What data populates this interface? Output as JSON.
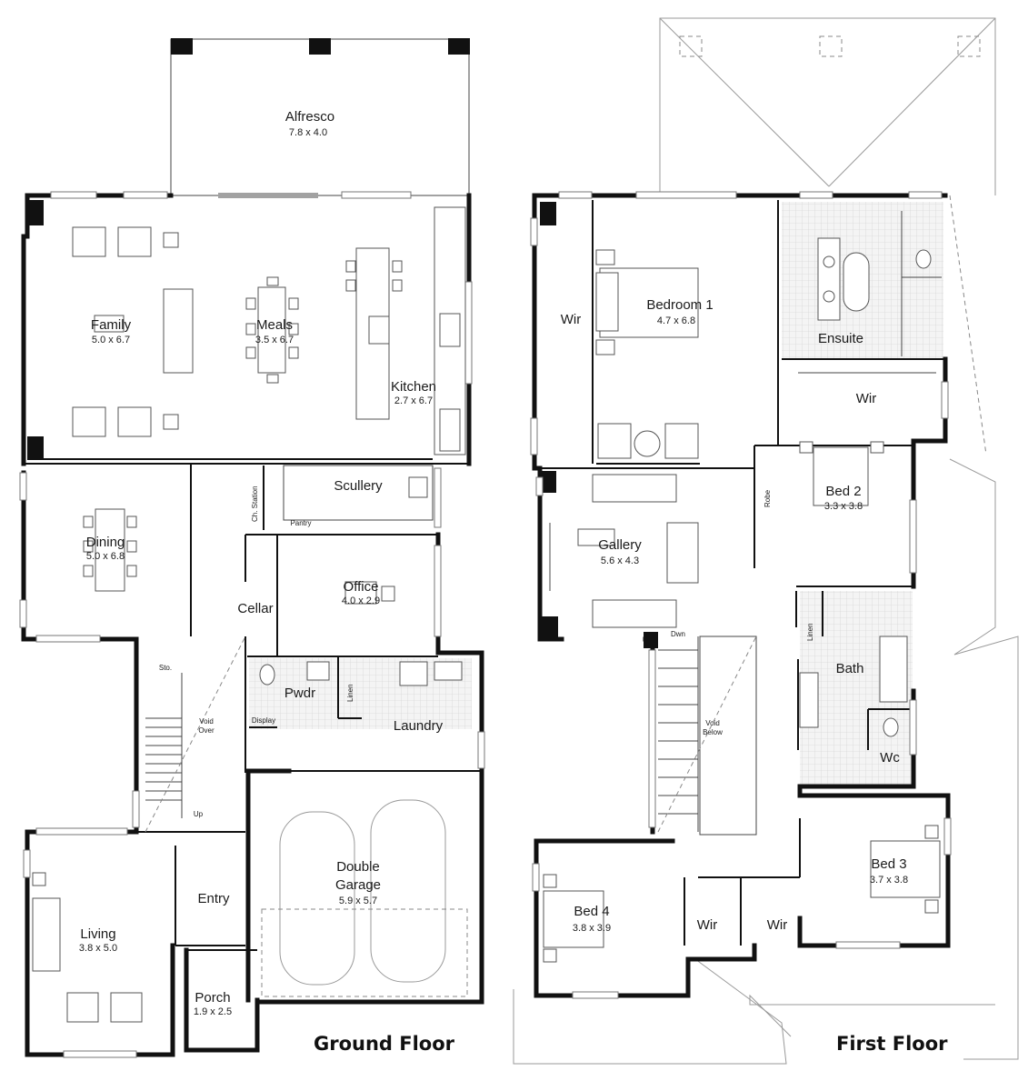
{
  "ground_floor": {
    "title": "Ground Floor",
    "rooms": {
      "alfresco": {
        "name": "Alfresco",
        "dims": "7.8 x 4.0"
      },
      "family": {
        "name": "Family",
        "dims": "5.0 x 6.7"
      },
      "meals": {
        "name": "Meals",
        "dims": "3.5 x 6.7"
      },
      "kitchen": {
        "name": "Kitchen",
        "dims": "2.7 x 6.7"
      },
      "scullery": {
        "name": "Scullery"
      },
      "pantry": {
        "name": "Pantry"
      },
      "ch_station": {
        "name": "Ch. Station"
      },
      "dining": {
        "name": "Dining",
        "dims": "5.0 x 6.8"
      },
      "office": {
        "name": "Office",
        "dims": "4.0 x 2.9"
      },
      "cellar": {
        "name": "Cellar"
      },
      "sto": {
        "name": "Sto."
      },
      "void_over": {
        "line1": "Void",
        "line2": "Over"
      },
      "up": {
        "name": "Up"
      },
      "pwdr": {
        "name": "Pwdr"
      },
      "linen": {
        "name": "Linen"
      },
      "display": {
        "name": "Display"
      },
      "laundry": {
        "name": "Laundry"
      },
      "double_garage": {
        "line1": "Double",
        "line2": "Garage",
        "dims": "5.9 x 5.7"
      },
      "entry": {
        "name": "Entry"
      },
      "living": {
        "name": "Living",
        "dims": "3.8 x 5.0"
      },
      "porch": {
        "name": "Porch",
        "dims": "1.9 x 2.5"
      }
    }
  },
  "first_floor": {
    "title": "First Floor",
    "rooms": {
      "wir_main": {
        "name": "Wir"
      },
      "bedroom1": {
        "name": "Bedroom 1",
        "dims": "4.7 x 6.8"
      },
      "ensuite": {
        "name": "Ensuite"
      },
      "wir_ensuite": {
        "name": "Wir"
      },
      "robe": {
        "name": "Robe"
      },
      "bed2": {
        "name": "Bed 2",
        "dims": "3.3 x 3.8"
      },
      "gallery": {
        "name": "Gallery",
        "dims": "5.6 x 4.3"
      },
      "dwn": {
        "name": "Dwn"
      },
      "void_below": {
        "line1": "Void",
        "line2": "Below"
      },
      "linen": {
        "name": "Linen"
      },
      "bath": {
        "name": "Bath"
      },
      "wc": {
        "name": "Wc"
      },
      "bed3": {
        "name": "Bed 3",
        "dims": "3.7 x 3.8"
      },
      "bed4": {
        "name": "Bed 4",
        "dims": "3.8 x 3.9"
      },
      "wir_bed4": {
        "name": "Wir"
      },
      "wir_bed3": {
        "name": "Wir"
      }
    }
  }
}
